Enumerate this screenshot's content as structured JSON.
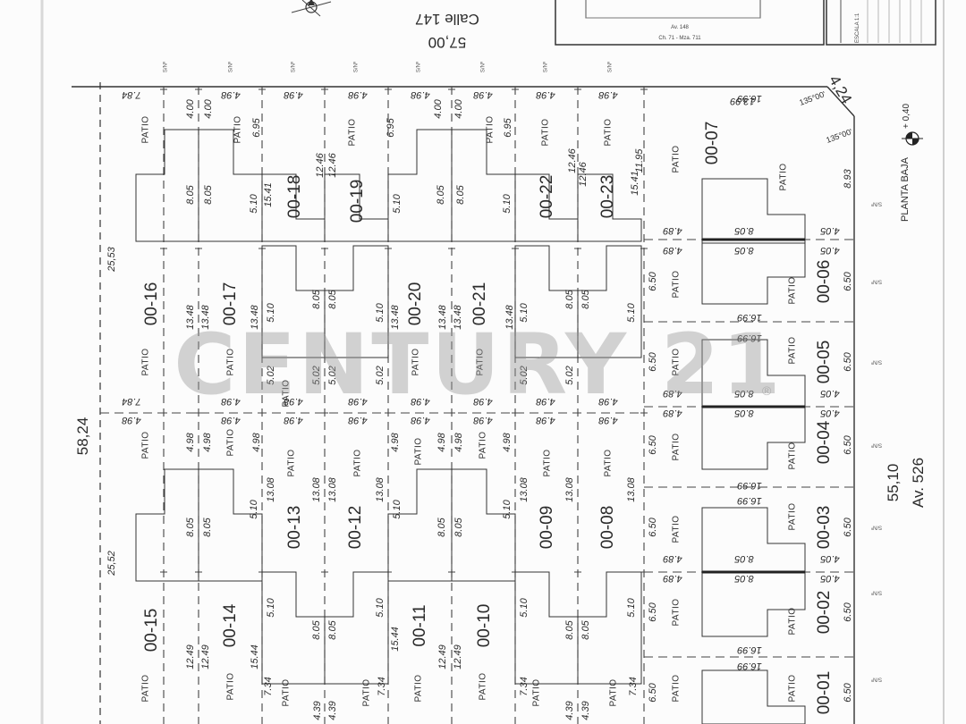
{
  "street_top": {
    "name": "Calle 147",
    "length": "57,00"
  },
  "avenue_right": {
    "name": "Av. 526",
    "length": "55,10"
  },
  "left_total": "58,24",
  "left_segments": [
    "25,53",
    "25,52"
  ],
  "corner": {
    "chamfer": "4,24",
    "angle1": "135°00'",
    "angle2": "135°00'"
  },
  "level": {
    "label": "PLANTA BAJA",
    "value": "+ 0,40"
  },
  "watermark": {
    "text": "CENTURY 21",
    "mark": "®"
  },
  "patio_label": "PATIO",
  "sn_label": "S/Nº",
  "top_frame": {
    "scale": "ESCALA 1:1",
    "street_a": "Av. 148",
    "street_b": "Ch. 71 - Mza. 711"
  },
  "row1": {
    "lots": [
      "00-18",
      "00-19",
      "00-22",
      "00-23"
    ],
    "top_dims": [
      "7.84",
      "4.98",
      "4.98",
      "4.98",
      "4.98",
      "4.98",
      "4.98",
      "4.98",
      "4.98"
    ],
    "depth_a": [
      "4.00",
      "4.00",
      "6.95",
      "6.95",
      "4.00",
      "4.00",
      "6.95",
      "12.46",
      "12.46"
    ],
    "depth_b": [
      "8.05",
      "8.05",
      "5.10",
      "15.41",
      "5.10",
      "8.05",
      "8.05",
      "5.10",
      "15.41"
    ]
  },
  "row2": {
    "lots": [
      "00-16",
      "00-17",
      "00-20",
      "00-21"
    ],
    "depth_a": [
      "13.48",
      "13.48",
      "13.48",
      "13.48"
    ],
    "inner": [
      "5.10",
      "8.05",
      "8.05",
      "5.10",
      "5.10",
      "8.05",
      "8.05",
      "5.10"
    ],
    "bottom": [
      "5.02",
      "5.02",
      "5.02",
      "5.02",
      "5.02",
      "5.02"
    ],
    "bottom_dims": [
      "7.84",
      "4.98",
      "4.98",
      "4.98",
      "4.98",
      "4.98",
      "4.98",
      "4.98",
      "4.98"
    ]
  },
  "row3": {
    "lots": [
      "00-13",
      "00-12",
      "00-09",
      "00-08"
    ],
    "depth_a": [
      "4.98",
      "4.98",
      "4.98",
      "4.98",
      "4.98",
      "4.98",
      "4.98"
    ],
    "depth_b": [
      "13.08",
      "13.08",
      "13.08",
      "13.08",
      "13.08",
      "13.08",
      "13.08"
    ],
    "inner": [
      "8.05",
      "8.05",
      "5.10",
      "5.10",
      "8.05",
      "8.05",
      "5.10"
    ]
  },
  "row4": {
    "lots": [
      "00-15",
      "00-14",
      "00-11",
      "00-10"
    ],
    "depth_a": [
      "12.49",
      "12.49",
      "15.44",
      "12.49",
      "12.49",
      "15.44"
    ],
    "inner": [
      "5.10",
      "8.05",
      "8.05",
      "5.10",
      "5.10",
      "8.05",
      "8.05",
      "5.10"
    ],
    "bottom": [
      "7.34",
      "4.39",
      "4.39",
      "7.34",
      "7.34",
      "4.39",
      "4.39",
      "7.34"
    ]
  },
  "right_column": {
    "lots": [
      "00-07",
      "00-06",
      "00-05",
      "00-04",
      "00-03",
      "00-02",
      "00-01"
    ],
    "width_dims": [
      "16.99",
      "16.99",
      "16.99",
      "16.99",
      "16.99",
      "16.99",
      "16.99"
    ],
    "wall_dims": [
      "8.05",
      "8.05",
      "8.05",
      "8.05",
      "8.05",
      "8.05"
    ],
    "side_dims": [
      "4.89",
      "4.89",
      "4.89",
      "4.89",
      "4.89",
      "4.89"
    ],
    "front_dims": [
      "6.50",
      "6.50",
      "6.50",
      "6.50",
      "6.50",
      "6.50"
    ],
    "right_dims": [
      "4.05",
      "4.05",
      "4.05",
      "4.05",
      "4.05",
      "4.05"
    ],
    "top_lot": {
      "front": "13.99",
      "depth": "11.95",
      "side": "8.93"
    }
  }
}
